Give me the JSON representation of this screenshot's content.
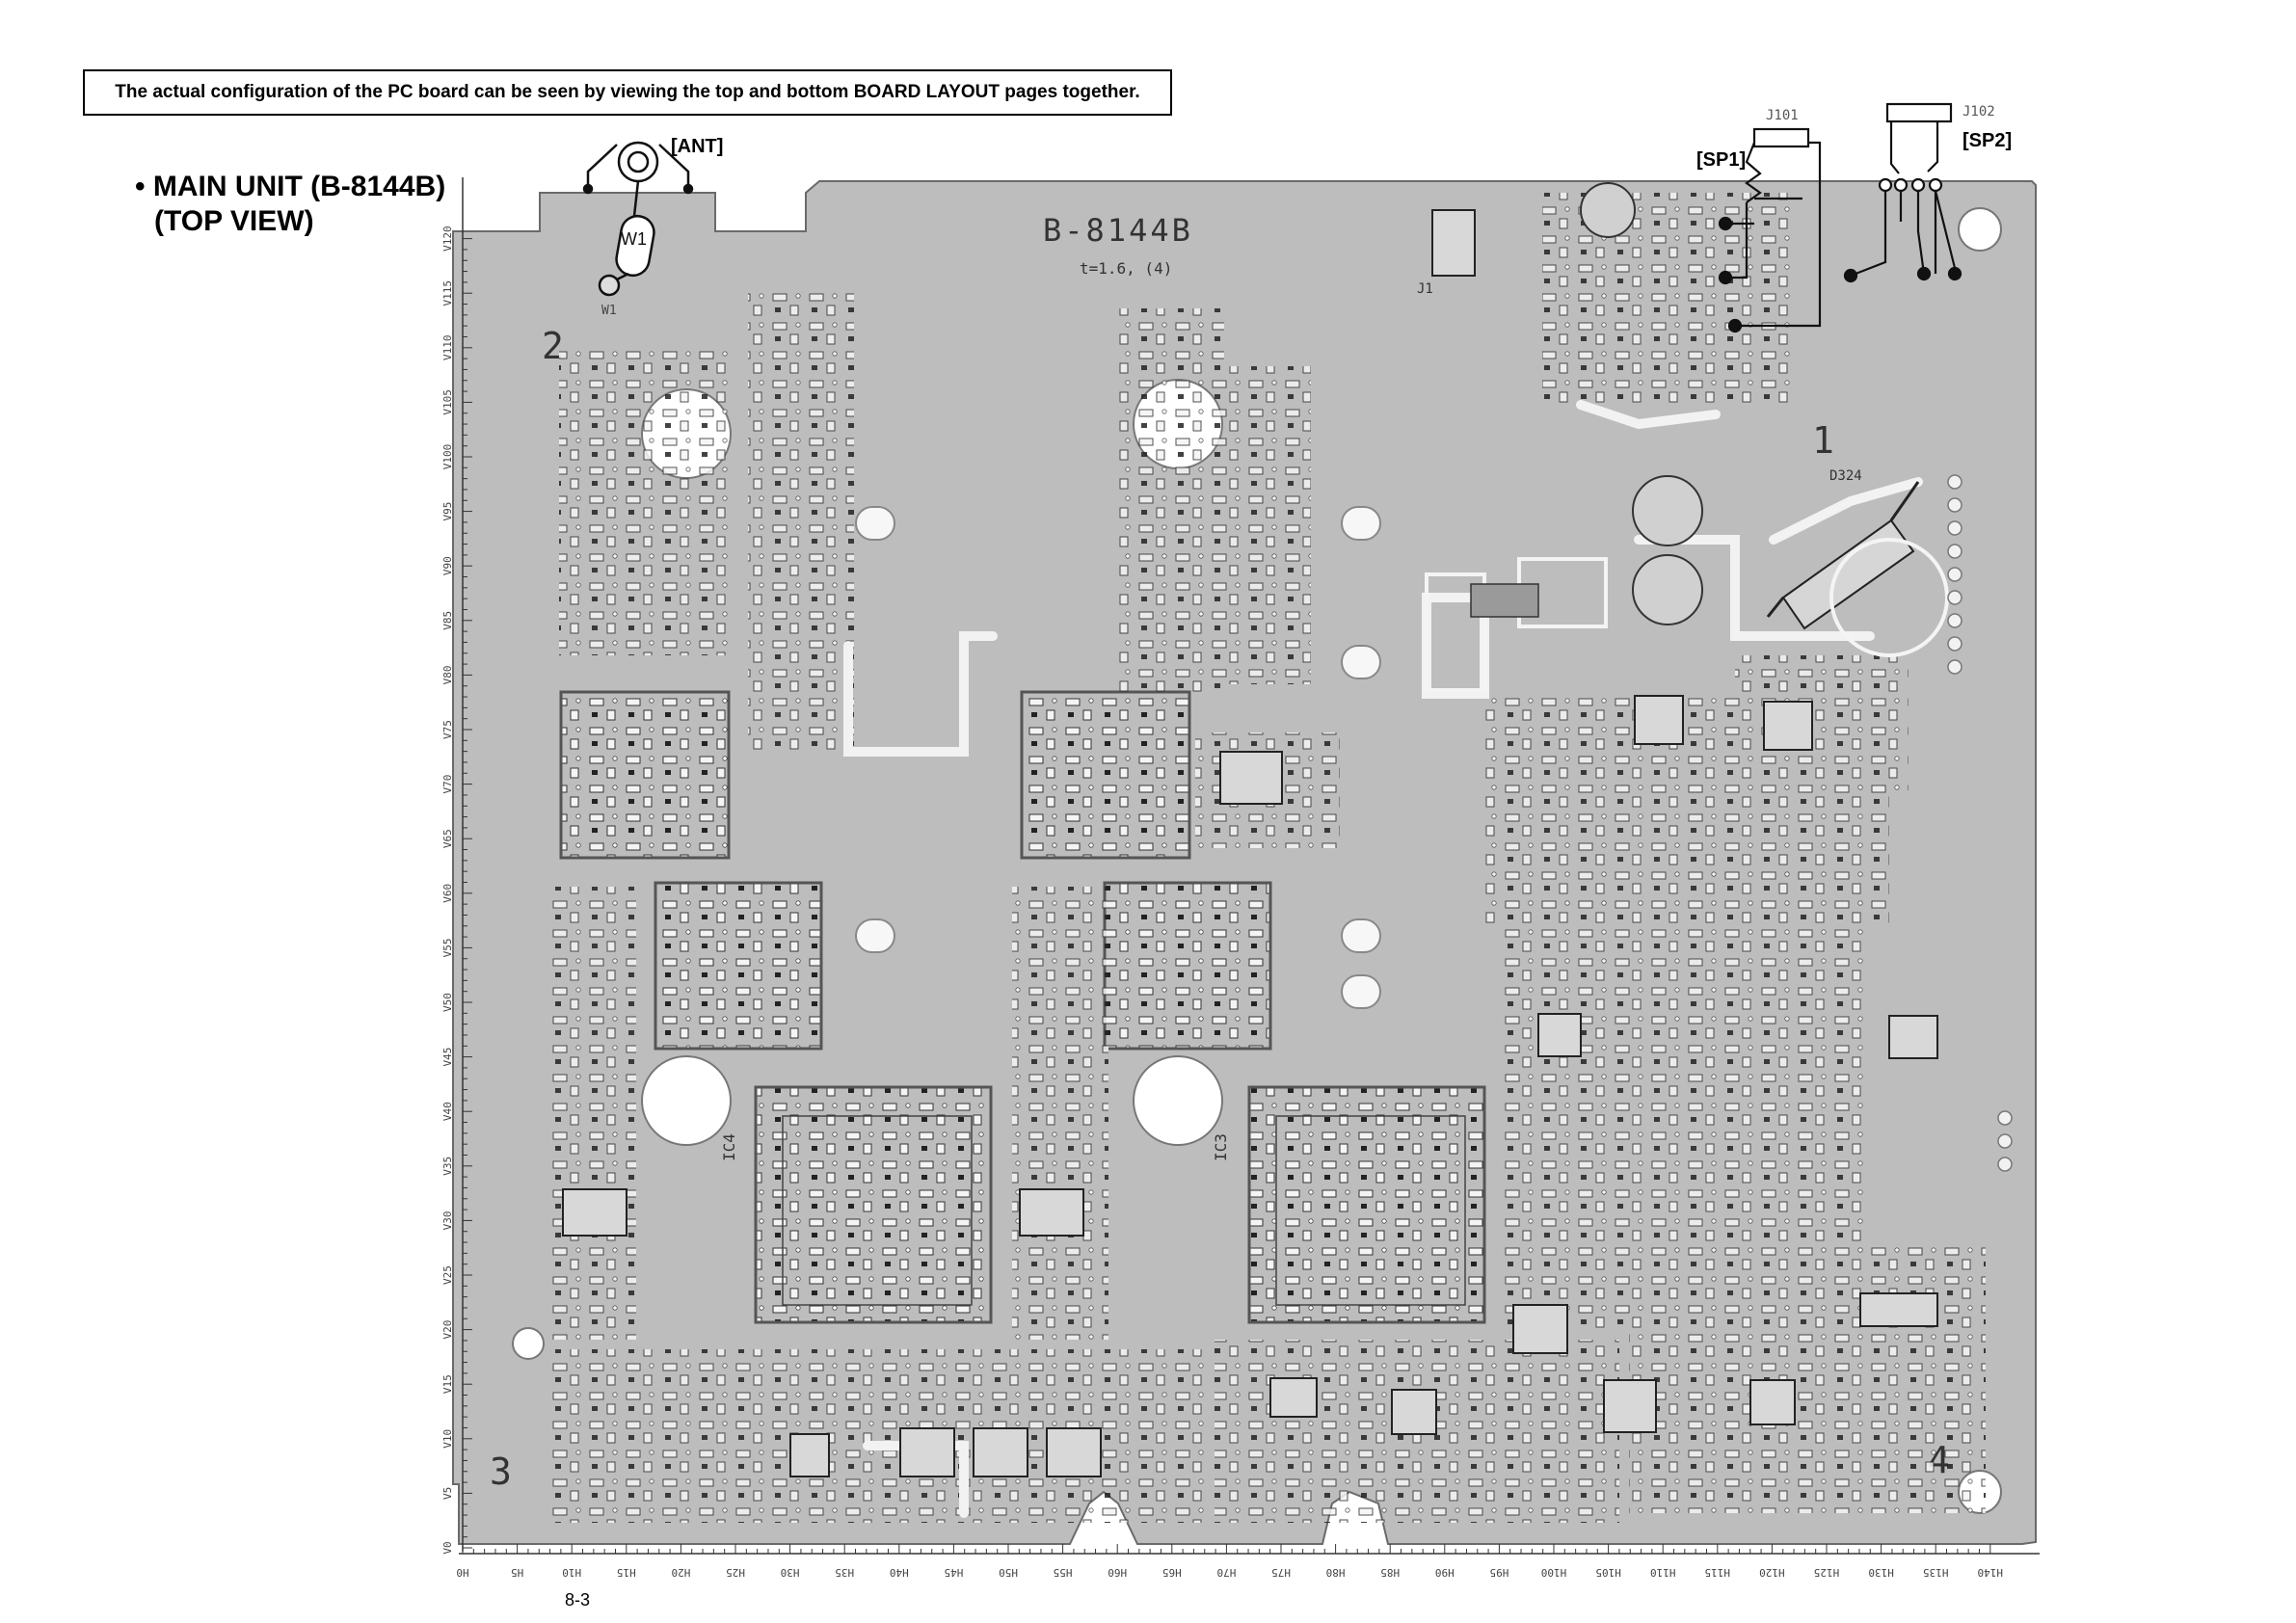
{
  "notice": "The actual configuration of the PC board can be seen by viewing the top and bottom BOARD LAYOUT pages together.",
  "title": {
    "line1": "• MAIN UNIT (B-8144B)",
    "line2": "(TOP VIEW)"
  },
  "board": {
    "name": "B-8144B",
    "spec": "t=1.6, (4)",
    "quadrants": [
      "1",
      "2",
      "3",
      "4"
    ],
    "ic_labels": [
      "IC4",
      "IC3"
    ],
    "diode_label": "D324"
  },
  "connectors": {
    "ant": "[ANT]",
    "sp1": "[SP1]",
    "sp2": "[SP2]",
    "j101": "J101",
    "j102": "J102",
    "j1": "J1",
    "w1": "W1"
  },
  "axis": {
    "vertical": [
      "V0",
      "V5",
      "V10",
      "V15",
      "V20",
      "V25",
      "V30",
      "V35",
      "V40",
      "V45",
      "V50",
      "V55",
      "V60",
      "V65",
      "V70",
      "V75",
      "V80",
      "V85",
      "V90",
      "V95",
      "V100",
      "V105",
      "V110",
      "V115",
      "V120"
    ],
    "horizontal": [
      "H0",
      "H5",
      "H10",
      "H15",
      "H20",
      "H25",
      "H30",
      "H35",
      "H40",
      "H45",
      "H50",
      "H55",
      "H60",
      "H65",
      "H70",
      "H75",
      "H80",
      "H85",
      "H90",
      "H95",
      "H100",
      "H105",
      "H110",
      "H115",
      "H120",
      "H125",
      "H130",
      "H135",
      "H140"
    ]
  },
  "page_number": "8-3",
  "colors": {
    "board": "#bdbdbd",
    "trace": "#f2f2f2",
    "ink": "#111111"
  }
}
